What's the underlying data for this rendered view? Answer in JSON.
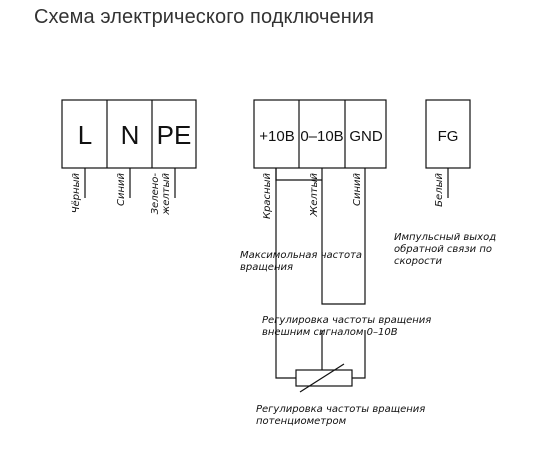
{
  "title": "Схема электрического подключения",
  "terminals": {
    "l": "L",
    "n": "N",
    "pe": "PE",
    "plus10v": "+10В",
    "signal": "0–10В",
    "gnd": "GND",
    "fg": "FG"
  },
  "wires": {
    "black": "Чёрный",
    "blue1": "Синий",
    "greenyellow_1": "Зелено-",
    "greenyellow_2": "желтый",
    "red": "Красный",
    "yellow": "Желтый",
    "blue2": "Синий",
    "white": "Белый"
  },
  "notes": {
    "max_speed_1": "Максимольная частота",
    "max_speed_2": "вращения",
    "pulse_1": "Импульсный выход",
    "pulse_2": "обратной связи по",
    "pulse_3": "скорости",
    "ext_1": "Регулировка частоты вращения",
    "ext_2": "внешним сигналом 0–10В",
    "pot_1": "Регулировка частоты вращения",
    "pot_2": "потенциометром"
  },
  "colors": {
    "line": "#111111",
    "title": "#333333"
  }
}
